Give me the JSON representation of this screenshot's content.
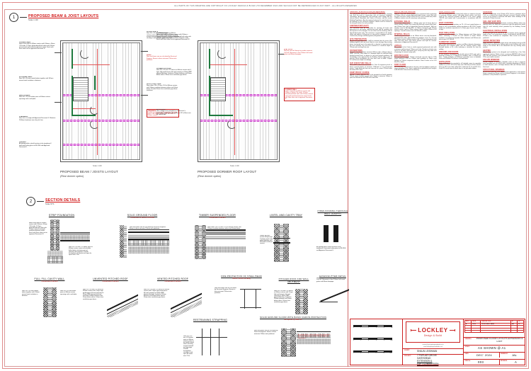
{
  "sheet": {
    "copyright": "ALL PARTS OF THIS DRAWING ARE COPYRIGHT OF LOCKLEY DESIGN & BUILD LTD DECEMBER 2024 AND SHOULD NOT BE REPRODUCED IN ANY PART - ALL RIGHTS RESERVED",
    "accent_red": "#cc2020",
    "border_red": "#e08b8b"
  },
  "sections": [
    {
      "number": "1",
      "title": "PROPOSED BEAM & JOIST LAYOUTS",
      "scale": "Scale 1:100"
    },
    {
      "number": "2",
      "title": "SECTION DETAILS",
      "scale": "Scale NTS"
    }
  ],
  "plans": [
    {
      "caption": "PROPOSED BEAM / JOISTS LAYOUT",
      "subcaption": "(Rear dormer option)",
      "scalecap": "Scale 1:100",
      "notes": [
        {
          "head": "DORMER WALL",
          "body": "timber stud walls at 400mm centres with 100mm x 50mm C16 studs, 12.5mm plasterboard both sides with 100mm mineral wool quilt insulation between studs. Finish with 3mm skim coat to approved Document 'E'."
        },
        {
          "head": "EXTERNAL WALL",
          "body": "New 100 x 50 mm treated timber together with 100mm mineral wool insulation in between."
        },
        {
          "head": "NEW DORMER",
          "body": "New 200 x 50 mm timber joists at 400mm centres spanning roof to wall plate."
        },
        {
          "head": "FLOOR JOISTS",
          "body": "New 200 x 50 mm C24 timber joists at 400mm centres, joists to be double bolted where trimming around stairwell and openings. Provide herringbone strutting at mid span for spans over 2.5m."
        },
        {
          "head": "BEAM",
          "body": "New steel beam size as calculated by Structural Engineer. Beams to bear minimum 150mm onto padstone."
        },
        {
          "head": "ROOF STRUCTURE",
          "body": "New rafters 150 x 50 mm C24 at 400mm centres, with 100mm insulation between rafters and 50mm below. Provide 50mm clear ventilation gap above insulation."
        },
        {
          "head": "TRIMMERS",
          "body": "Double up joists around all openings. Trimming joists to be bolted together with M12 bolts at 600mm centres."
        },
        {
          "head": "STAIRWELL",
          "body": "New stair to comply with Approved Document K. Minimum 2000mm headroom over the pitch line."
        },
        {
          "head": "GLAZING",
          "body": "All glazing within critical locations to be toughened / laminated safety glass to BS 6206 and Approved Document K."
        }
      ]
    },
    {
      "caption": "PROPOSED DORMER ROOF LAYOUT",
      "subcaption": "(Rear dormer option)",
      "scalecap": "Scale 1:100",
      "notes": [
        {
          "head": "DORMER WALL",
          "body": "timber stud walls at 400mm centres with 100mm x 50mm C16 studs, 12.5mm plasterboard both sides with 100mm mineral wool quilt insulation between studs. Finish with 3mm skim coat to approved Document 'E'."
        },
        {
          "head": "DORMER ROOFING",
          "body": "New 200 x 50 mm C24 rafters at 400mm centres with 3 layer high performance felt roof covering on 18mm WBP plywood decking. Insulation 100mm between and 50mm below rafters. 50mm clear ventilation gap above."
        },
        {
          "head": "FLAT ROOF",
          "body": "New flat roof with firrings to provide minimum 1:60 fall. Rainwater to new 100mm half round gutter and 68mm downpipe."
        },
        {
          "head": "ROOFLIGHT",
          "body": "New rooflight to be provided to manufacturer's instruction, sized to provide minimum 1/15 of floor area for natural light."
        }
      ]
    }
  ],
  "details": [
    {
      "title": "STRIP FOUNDATION",
      "sub": ""
    },
    {
      "title": "SOLID GROUND FLOOR",
      "sub": "Condensed to Benefit PASSIVE"
    },
    {
      "title": "TIMBER SUSPENDED FLOOR",
      "sub": "Condensed to Benefit"
    },
    {
      "title": "LINTEL AND CAVITY TRAY",
      "sub": ""
    },
    {
      "title": "PIPES PASSING THROUGH WALL (CAVITY)",
      "sub": ""
    },
    {
      "title": "FULL FILL CAVITY WALL",
      "sub": "Condensed to Benefit"
    },
    {
      "title": "UNVENTED PITCHED ROOF",
      "sub": "Condensed to Benefit"
    },
    {
      "title": "VENTED PITCHED ROOF",
      "sub": "Condensed to Benefit"
    },
    {
      "title": "FIRE PROTECTION OF STEEL BEAM",
      "sub": "30min / 60min fire rating"
    },
    {
      "title": "PITCHED ROOF AND WALL ABUTMENT",
      "sub": ""
    },
    {
      "title": "EAVES/GUTTER DETAIL",
      "sub": ""
    },
    {
      "title": "RESTRAINING STRAPPING",
      "sub": ""
    },
    {
      "title": "SOLID GROUND FLOOR WITH BASIC RADON PROTECTION",
      "sub": "as required by BRE 211"
    }
  ],
  "spec_columns": [
    {
      "blocks": [
        {
          "head": "GENERAL SPECIFICATION (as applicable)",
          "red": true,
          "text": "This specification forms part of the works as noted on this drawing and shall be read in conjunction with all structural engineers calculations. All workmanship and materials shall comply with the relevant British Standards and Codes of Practice, and the current Building Regulations. Any discrepancy between this specification and the drawings or the structural engineer's details must be referred to the designer before the work proceeds."
        },
        {
          "head": "CONTRACTOR'S DUTY",
          "red": true,
          "text": "The contractor shall be responsible for checking all levels and dimensions on site before commencing work and for reporting any discrepancies to the designer. Do not scale from this drawing; work to figured dimensions only. The contractor is responsible for the health, safety and welfare of all persons on site and for compliance with the Construction (Design and Management) Regulations 2015."
        },
        {
          "head": "SITE PREPARATION",
          "red": true,
          "text": "All turf and vegetable matter shall be removed from the area of the building together with any roots likely to cause damage. Any existing drains uncovered are to be protected or diverted in agreement with the local authority. Top soil to be removed to a minimum depth of 150mm and cart away from site."
        },
        {
          "head": "FOUNDATIONS",
          "red": true,
          "text": "Concrete strip foundations minimum 600mm wide x 225mm deep in GEN1 concrete, taken down to a minimum depth of 1000mm below finished ground level, or deeper to suit local ground conditions. All foundations to be approved by the Building Control Officer prior to pouring. Where foundations are near trees refer to NHBC Chapter 4.2 and increase depth accordingly."
        },
        {
          "head": "SUB STRUCTURE WALLS",
          "red": true,
          "text": "Below DPC walls to be constructed in Class B engineering brick or dense concrete blocks of minimum 7.3N/mm2 in 1:3 cement/sand mortar. Cavity filled with lean mix concrete to a point 225mm below the lowest DPC level."
        },
        {
          "head": "DAMP PROOF COURSE",
          "red": true,
          "text": "Hyload or similar approved DPC to be provided to all walls minimum 150mm above finished ground level, lapped a minimum 100mm at joints and linked with the DPM of the floor slab."
        }
      ]
    },
    {
      "blocks": [
        {
          "head": "WALLS BELOW GROUND",
          "red": true,
          "text": "External cavity walls below ground to be constructed with a minimum of 100mm dense concrete blockwork both leaves, cavity filled with lean mix concrete to within 225mm of DPC level. Provide weep holes at 900mm centres over all cavity trays and openings."
        },
        {
          "head": "EXTERNAL WALLS",
          "red": true,
          "text": "New cavity walls to provide a 100mm outer leaf of facing brick to match existing, 100mm clear cavity fully filled with mineral wool batts, and 100mm inner leaf of lightweight thermal blockwork. Wall ties stainless steel to BS EN 845-1 at 750mm horizontal and 450mm vertical centres, and at 225mm vertical centres within 225mm of all openings. Overall U-value to be 0.18 W/m2K or better."
        },
        {
          "head": "INTERNAL WALLS",
          "red": true,
          "text": "Loadbearing internal walls to be 100mm dense concrete blockwork, plastered both sides. Non-loadbearing partitions to be 75 x 50 mm C16 timber studs at 400mm centres with 12.5mm plasterboard both sides and skim finish, with 50mm mineral wool quilt for acoustic performance to Approved Document E."
        },
        {
          "head": "LINTELS",
          "red": true,
          "text": "All new lintels to be Catnic or similar approved galvanised steel, with a minimum end bearing of 150mm each side. Provide insulated cavity closers to all jambs and heads and a cavity tray with stop ends over all openings in external cavity walls."
        },
        {
          "head": "GROUND FLOOR",
          "red": true,
          "text": "New ground floor to be 100mm reinforced concrete slab on 1200 gauge polythene DPM on 100mm rigid insulation on 50mm sand blinding on 150mm compacted hardcore. Floor U-value to be 0.18 W/m2K or better."
        },
        {
          "head": "FIRST FLOOR",
          "red": true,
          "text": "New floor joists as indicated on the plan, with herringbone strutting to spans exceeding 2.5m. Joists supported on galvanised joist hangers to BS EN 845-1 where built into masonry."
        }
      ]
    },
    {
      "blocks": [
        {
          "head": "ROOF STRUCTURE",
          "red": true,
          "text": "New roof construction to be formed with rafters as noted on the plan at maximum 400mm centres, with ridge board, purlins and struts sized by the structural engineer. All timber to be stress graded C16/C24 and treated with a preservative in accordance with BS 8417."
        },
        {
          "head": "ROOF COVERING",
          "red": true,
          "text": "Roof covering to match existing, on 25 x 50 mm treated battens at gauge to suit, on breathable roofing membrane to BS 5534. Provide continuous ventilation equivalent to a 10mm gap at eaves and 5mm at ridge."
        },
        {
          "head": "ROOF INSULATION",
          "red": true,
          "text": "Insulation at rafter level to be 100mm between and 50mm below rafters, achieving a U-value of 0.15 W/m2K or better. Where insulation is at ceiling level provide 100mm between and 200mm over joists to give 0.11 W/m2K."
        },
        {
          "head": "RAINWATER GOODS",
          "red": true,
          "text": "New 112mm half round uPVC gutters and 68mm diameter downpipes discharging over trapped gullies into the existing surface water drainage system, or to a new soakaway a minimum 5m from the building."
        },
        {
          "head": "WINDOWS AND DOORS",
          "red": true,
          "text": "All new windows and doors to be double glazed uPVC units with a maximum U-value of 1.4 W/m2K for windows and 1.4 W/m2K for doors. Trickle ventilators of 8000mm2 equivalent area to habitable rooms and 4000mm2 to kitchens and bathrooms."
        },
        {
          "head": "VENTILATION",
          "red": true,
          "text": "Purge ventilation to be provided to all habitable rooms by openable windows of at least 1/20 of the floor area. Mechanical extract: kitchen 60 l/s (or 30 l/s over hob), utility 30 l/s, bathroom 15 l/s and WC 6 l/s, all with 15 minute overrun where there is no openable window."
        }
      ]
    },
    {
      "blocks": [
        {
          "head": "DRAINAGE",
          "red": true,
          "text": "All new foul drainage to be 110mm uPVC laid to a minimum fall of 1:40, on a 100mm pea shingle bed and surround. Provide rodding access at all changes of direction. All drains under buildings to be encased in 150mm concrete."
        },
        {
          "head": "SOIL AND VENT PIPE",
          "red": true,
          "text": "110mm soil and vent pipe to terminate a minimum 900mm above any opening within 3m, fitted with a protective cage. Air admittance valves may be used internally where permitted by the Building Control Officer."
        },
        {
          "head": "ELECTRICAL INSTALLATION",
          "red": true,
          "text": "All electrical work to be carried out by a competent person registered under a Part P self certification scheme, in accordance with BS 7671. Provide a test certificate on completion. New circuits to be RCD protected."
        },
        {
          "head": "SMOKE DETECTION",
          "red": true,
          "text": "Mains operated, interlinked smoke alarms with battery back-up to BS 5839-6 to be installed in the hallway and on each landing, with a heat alarm in the kitchen. All to be interlinked with any existing alarm system."
        },
        {
          "head": "HEATING",
          "red": true,
          "text": "New heating system to be designed and installed by a Gas Safe registered engineer. Boiler to have a minimum SEDBUK efficiency of 92%. All new systems to be provided with full thermostatic control, TRVs and a boiler interlock."
        },
        {
          "head": "ESCAPE WINDOWS",
          "red": true,
          "text": "Escape windows to first floor habitable rooms to have a minimum clear openable area of 0.33m2 with a minimum dimension of 450mm in either direction, and a cill height between 800 and 1100mm above floor level."
        },
        {
          "head": "STRUCTURAL OPENINGS",
          "red": true,
          "text": "All structural openings to be propped and supported in a safe manner before commencing. Beam sizes to structural engineer's calculations; padstones to be provided as specified."
        }
      ]
    }
  ],
  "titleblock": {
    "scale_bars": [
      {
        "label": "1:50",
        "ticks": [
          "0",
          "1",
          "2",
          "3",
          "4",
          "5m"
        ]
      },
      {
        "label": "1:100",
        "ticks": [
          "0",
          "2",
          "4",
          "6",
          "8",
          "10m"
        ]
      },
      {
        "label": "1:200",
        "ticks": [
          "0",
          "4",
          "8",
          "12",
          "16",
          "20m"
        ]
      }
    ],
    "logo": {
      "name": "LOCKLEY",
      "tagline": "Design & Build",
      "contact_line1": "contact@lockleydesignandbuild.co.uk",
      "contact_line2": "www.lockleydesignandbuild.co.uk"
    },
    "client_label": "CLIENT:",
    "client_value": "SHAUN LEISHMAN",
    "project_label": "PROJECT:",
    "project_value": "7 POPLAR GROVE\nGATESHEAD",
    "project_value2": "EXTENSION &\nLOFT CONVERSION",
    "drawing_label": "DRAWING:",
    "drawing_value": "PROPOSED FLOOR LAYOUTS EXTENSION & LOFT",
    "scale_label": "SCALE:",
    "scale_value": "AS SHOWN @ A1",
    "date_label": "DATE:",
    "date_value": "DEC' 2024",
    "drawnby_label": "DRAWN BY:",
    "drawnby_value": "JAL",
    "dwgno_label": "DWG No:",
    "dwgno_value": "003",
    "revision_label": "REVISION:",
    "revision_value": "A",
    "revision_table": {
      "headers": [
        "REV",
        "DATE",
        "DESCRIPTION",
        "BY",
        "CK"
      ],
      "rows": [
        [
          "A",
          "10/24",
          "PROPOSED PLANS",
          "JAL",
          "CP"
        ],
        [
          "",
          "",
          "",
          "",
          ""
        ],
        [
          "",
          "",
          "",
          "",
          ""
        ],
        [
          "",
          "",
          "",
          "",
          ""
        ]
      ]
    }
  }
}
